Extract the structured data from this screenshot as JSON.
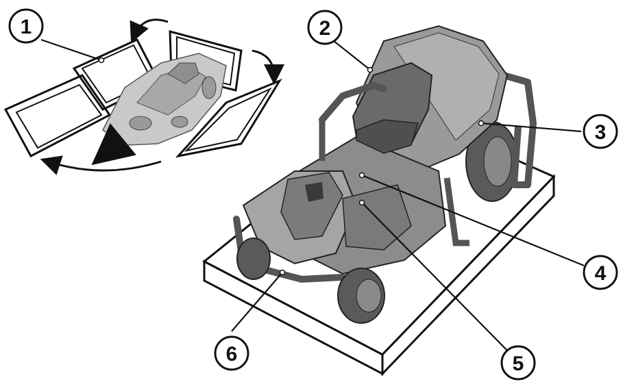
{
  "callouts": [
    {
      "id": "callout-1",
      "number": "1"
    },
    {
      "id": "callout-2",
      "number": "2"
    },
    {
      "id": "callout-3",
      "number": "3"
    },
    {
      "id": "callout-4",
      "number": "4"
    },
    {
      "id": "callout-5",
      "number": "5"
    },
    {
      "id": "callout-6",
      "number": "6"
    }
  ],
  "colors": {
    "line": "#111111",
    "pallet_fill": "#ffffff",
    "mower_body": "#8a8a8a",
    "mower_dark": "#4a4a4a",
    "mower_light": "#c8c8c8",
    "crate_ghost": "#b5b5b5"
  }
}
